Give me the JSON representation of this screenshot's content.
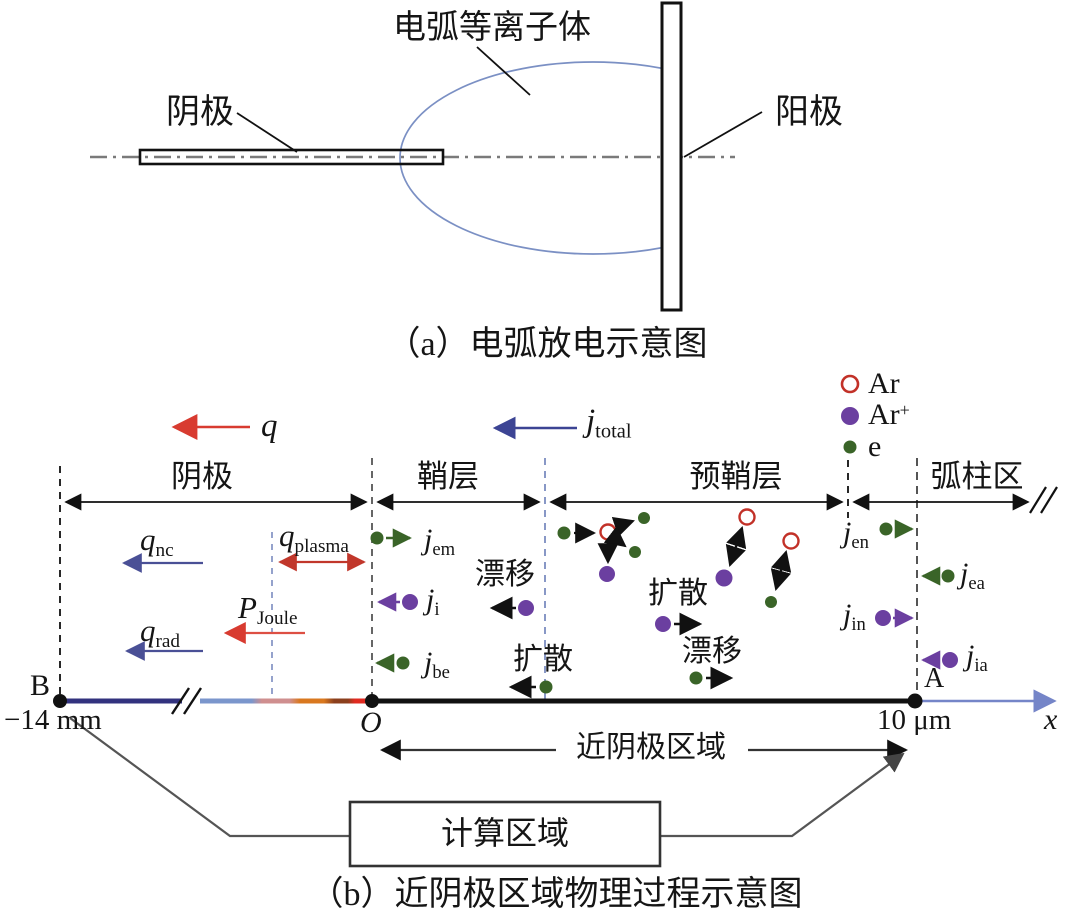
{
  "colors": {
    "red": "#d83b30",
    "darkred": "#b8382c",
    "navy": "#3c4494",
    "slate": "#4a5096",
    "green": "#3a6428",
    "purple": "#6b3fa0",
    "steel": "#7585c8",
    "axis_navy": "#32327e"
  },
  "panel_a": {
    "caption": "（a）电弧放电示意图",
    "cathode_label": "阴极",
    "plasma_label": "电弧等离子体",
    "anode_label": "阳极"
  },
  "panel_b": {
    "caption": "（b）近阴极区域物理过程示意图",
    "heat_flux": {
      "v": "q"
    },
    "current_total": {
      "v": "j",
      "s": "total"
    },
    "legend": [
      {
        "label": "Ar",
        "sup": ""
      },
      {
        "label": "Ar",
        "sup": "+"
      },
      {
        "label": "e",
        "sup": ""
      }
    ],
    "regions": [
      {
        "label": "阴极"
      },
      {
        "label": "鞘层"
      },
      {
        "label": "预鞘层"
      },
      {
        "label": "弧柱区"
      }
    ],
    "q_nc": {
      "v": "q",
      "s": "nc"
    },
    "q_plasma": {
      "v": "q",
      "s": "plasma"
    },
    "p_joule": {
      "v": "P",
      "s": "Joule"
    },
    "q_rad": {
      "v": "q",
      "s": "rad"
    },
    "j_em": {
      "v": "j",
      "s": "em"
    },
    "j_i": {
      "v": "j",
      "s": "i"
    },
    "j_be": {
      "v": "j",
      "s": "be"
    },
    "j_en": {
      "v": "j",
      "s": "en"
    },
    "j_ea": {
      "v": "j",
      "s": "ea"
    },
    "j_in": {
      "v": "j",
      "s": "in"
    },
    "j_ia": {
      "v": "j",
      "s": "ia"
    },
    "drift": "漂移",
    "diffusion": "扩散",
    "axis": {
      "b": "B",
      "b_value": "−14 mm",
      "origin": "O",
      "a": "A",
      "a_value": "10 μm",
      "x": "x"
    },
    "near_cathode_region": "近阴极区域",
    "compute_region": "计算区域"
  }
}
